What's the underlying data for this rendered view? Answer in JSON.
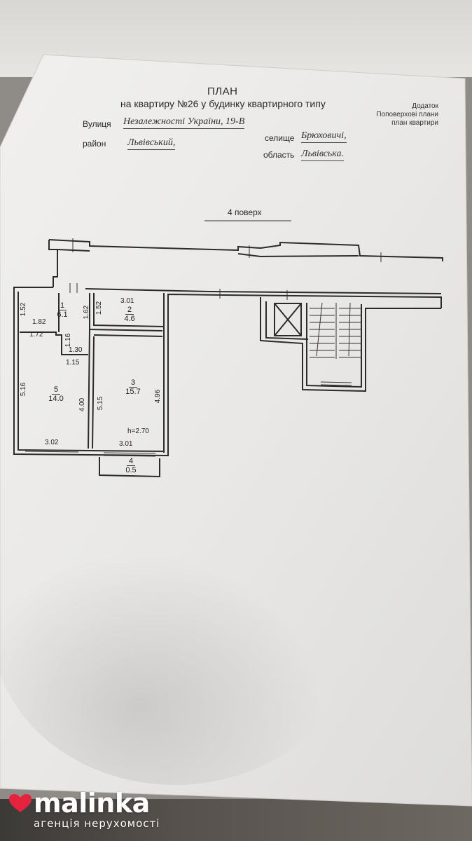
{
  "header": {
    "title": "ПЛАН",
    "subtitle": "на квартиру №26 у будинку квартирного типу",
    "appendix": [
      "Додаток",
      "Поповерхові плани",
      "план квартири"
    ]
  },
  "address": {
    "street_label": "Вулиця",
    "street_value": "Незалежності України, 19-В",
    "settlement_label": "селище",
    "settlement_value": "Брюховичі,",
    "district_label": "район",
    "district_value": "Львівський,",
    "region_label": "область",
    "region_value": "Львівська."
  },
  "floor_label": "4 поверх",
  "rooms": [
    {
      "number": "1",
      "area": "6.1"
    },
    {
      "number": "2",
      "area": "4.6"
    },
    {
      "number": "3",
      "area": "15.7"
    },
    {
      "number": "4",
      "area": "0.5"
    },
    {
      "number": "5",
      "area": "14.0"
    }
  ],
  "dimensions": {
    "d_152_left": "1.52",
    "d_182": "1.82",
    "d_162": "1.62",
    "d_152_mid": "1.52",
    "d_301_top": "3.01",
    "d_172": "1.72",
    "d_116": "1.16",
    "d_130": "1.30",
    "d_115": "1.15",
    "d_516": "5.16",
    "d_400": "4.00",
    "d_515": "5.15",
    "d_496": "4.96",
    "d_302": "3.02",
    "d_301_bottom": "3.01",
    "ceiling_height": "h=2.70"
  },
  "brand": {
    "name": "malinka",
    "tagline": "агенція нерухомості",
    "heart_color": "#e5233d"
  }
}
